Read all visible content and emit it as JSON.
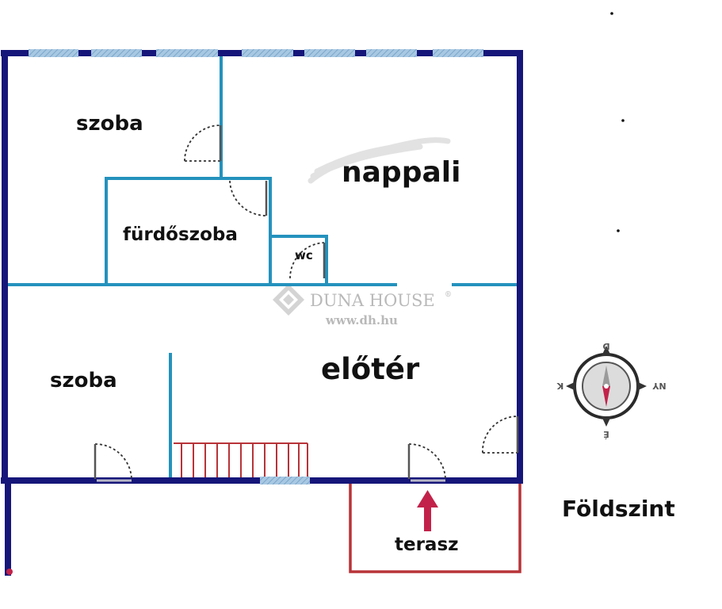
{
  "rooms": {
    "szoba_top": "szoba",
    "nappali": "nappali",
    "furdoszoba": "fürdőszoba",
    "wc": "wc",
    "szoba_bottom": "szoba",
    "eloter": "előtér",
    "terasz": "terasz"
  },
  "floor_label": "Földszint",
  "watermark": {
    "brand": "DUNA HOUSE",
    "registered": "®",
    "url": "www.dh.hu"
  },
  "compass": {
    "north": "D",
    "south": "É",
    "east": "NY",
    "west": "K"
  },
  "colors": {
    "outer_wall": "#16167a",
    "inner_wall": "#2492bd",
    "terrace": "#b83338",
    "window": "#a8c8e2",
    "entrance_arrow": "#c2224a"
  }
}
